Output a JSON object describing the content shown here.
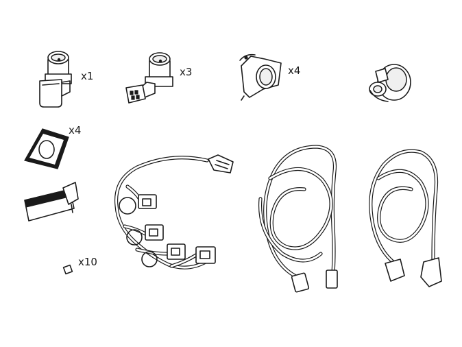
{
  "items": [
    {
      "quantity": "x1"
    },
    {
      "quantity": "x3"
    },
    {
      "quantity": "x4"
    },
    {
      "quantity": ""
    },
    {
      "quantity": "x4"
    },
    {
      "quantity": ""
    },
    {
      "quantity": "x10"
    },
    {
      "quantity": ""
    },
    {
      "quantity": ""
    },
    {
      "quantity": ""
    }
  ],
  "icons": [
    "parking-sensor-angled-icon",
    "parking-sensor-connector-icon",
    "sensor-holder-bracket-icon",
    "sensor-cap-icon",
    "adhesive-gasket-icon",
    "hole-drill-tool-icon",
    "cable-tie-icon",
    "sensor-wiring-harness-icon",
    "extension-cable-icon",
    "extension-cable-icon"
  ]
}
